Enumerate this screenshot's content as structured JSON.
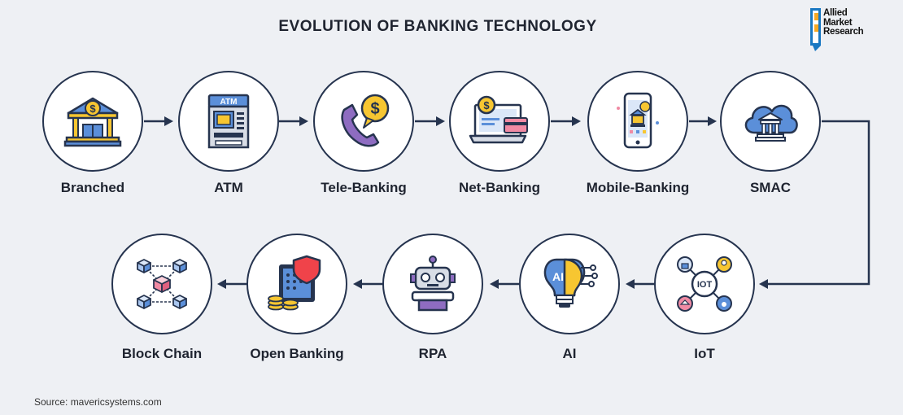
{
  "title": "EVOLUTION OF BANKING TECHNOLOGY",
  "logo": {
    "line1": "Allied",
    "line2": "Market",
    "line3": "Research"
  },
  "source": "Source: mavericsystems.com",
  "stages": [
    {
      "label": "Branched",
      "icon": "bank-branch-icon"
    },
    {
      "label": "ATM",
      "icon": "atm-machine-icon"
    },
    {
      "label": "Tele-Banking",
      "icon": "phone-icon"
    },
    {
      "label": "Net-Banking",
      "icon": "laptop-payment-icon"
    },
    {
      "label": "Mobile-Banking",
      "icon": "mobile-bank-icon"
    },
    {
      "label": "SMAC",
      "icon": "cloud-bank-icon"
    },
    {
      "label": "IoT",
      "icon": "iot-icon"
    },
    {
      "label": "AI",
      "icon": "ai-bulb-icon"
    },
    {
      "label": "RPA",
      "icon": "robot-icon"
    },
    {
      "label": "Open Banking",
      "icon": "shield-safe-icon"
    },
    {
      "label": "Block Chain",
      "icon": "blockchain-icon"
    }
  ],
  "iot_text": "IOT",
  "ai_text": "AI",
  "colors": {
    "navy": "#26344f",
    "blue": "#5b8fd9",
    "yellow": "#f7c631",
    "pink": "#f08aa3",
    "purple": "#8e6cc1"
  }
}
